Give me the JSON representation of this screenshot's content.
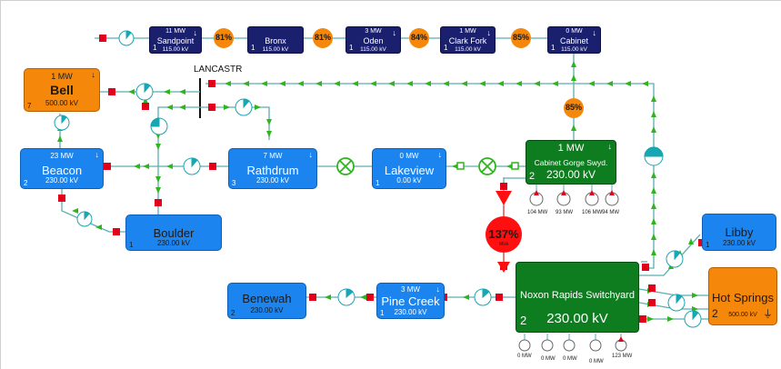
{
  "title_label": "LANCASTR",
  "buses": {
    "sandpoint": {
      "mw": "11 MW",
      "name": "Sandpoint",
      "kv": "115.00 kV",
      "num": "1"
    },
    "bronx": {
      "mw": "",
      "name": "Bronx",
      "kv": "115.00 kV",
      "num": "1"
    },
    "oden": {
      "mw": "3 MW",
      "name": "Oden",
      "kv": "115.00 kV",
      "num": "1"
    },
    "clark_fork": {
      "mw": "1 MW",
      "name": "Clark Fork",
      "kv": "115.00 kV",
      "num": "1"
    },
    "cabinet": {
      "mw": "0 MW",
      "name": "Cabinet",
      "kv": "115.00 kV",
      "num": "1"
    },
    "bell": {
      "mw": "1 MW",
      "name": "Bell",
      "kv": "500.00 kV",
      "num": "7"
    },
    "beacon": {
      "mw": "23 MW",
      "name": "Beacon",
      "kv": "230.00 kV",
      "num": "2"
    },
    "rathdrum": {
      "mw": "7 MW",
      "name": "Rathdrum",
      "kv": "230.00 kV",
      "num": "3"
    },
    "lakeview": {
      "mw": "0 MW",
      "name": "Lakeview",
      "kv": "0.00 kV",
      "num": "1"
    },
    "cabinet_gorge": {
      "mw": "1 MW",
      "name": "Cabinet Gorge Swyd.",
      "kv": "230.00 kV",
      "num": "2"
    },
    "boulder": {
      "name": "Boulder",
      "kv": "230.00 kV",
      "num": "1"
    },
    "libby": {
      "name": "Libby",
      "kv": "230.00 kV",
      "num": "1"
    },
    "noxon": {
      "name": "Noxon Rapids Switchyard",
      "kv": "230.00 kV",
      "num": "2"
    },
    "pine_creek": {
      "mw": "3 MW",
      "name": "Pine Creek",
      "kv": "230.00 kV",
      "num": "1"
    },
    "benewah": {
      "name": "Benewah",
      "kv": "230.00 kV",
      "num": "2"
    },
    "hot_springs": {
      "name": "Hot Springs",
      "kv": "500.00 kV",
      "num": "2"
    }
  },
  "loadings": {
    "sandpoint_bronx": "81%",
    "bronx_oden": "81%",
    "oden_clark": "84%",
    "clark_cabinet": "85%",
    "cabinet_gorge": "85%",
    "overload": "137%",
    "overload_unit": "MVA"
  },
  "generators": {
    "cabinet_gorge": [
      "104 MW",
      "93 MW",
      "106 MW",
      "94 MW"
    ],
    "noxon": [
      "0 MW",
      "0 MW",
      "0 MW",
      "0 MW",
      "123 MW"
    ]
  },
  "colors": {
    "navy_bus": "#1a1f6e",
    "blue_bus": "#1c84ef",
    "orange_bus": "#f5870b",
    "green_bus": "#0e7d20",
    "wire": "#5aaeb0",
    "flow_arrow": "#2db51d",
    "breaker": "#e3001b",
    "overload": "#ff0f0f"
  }
}
